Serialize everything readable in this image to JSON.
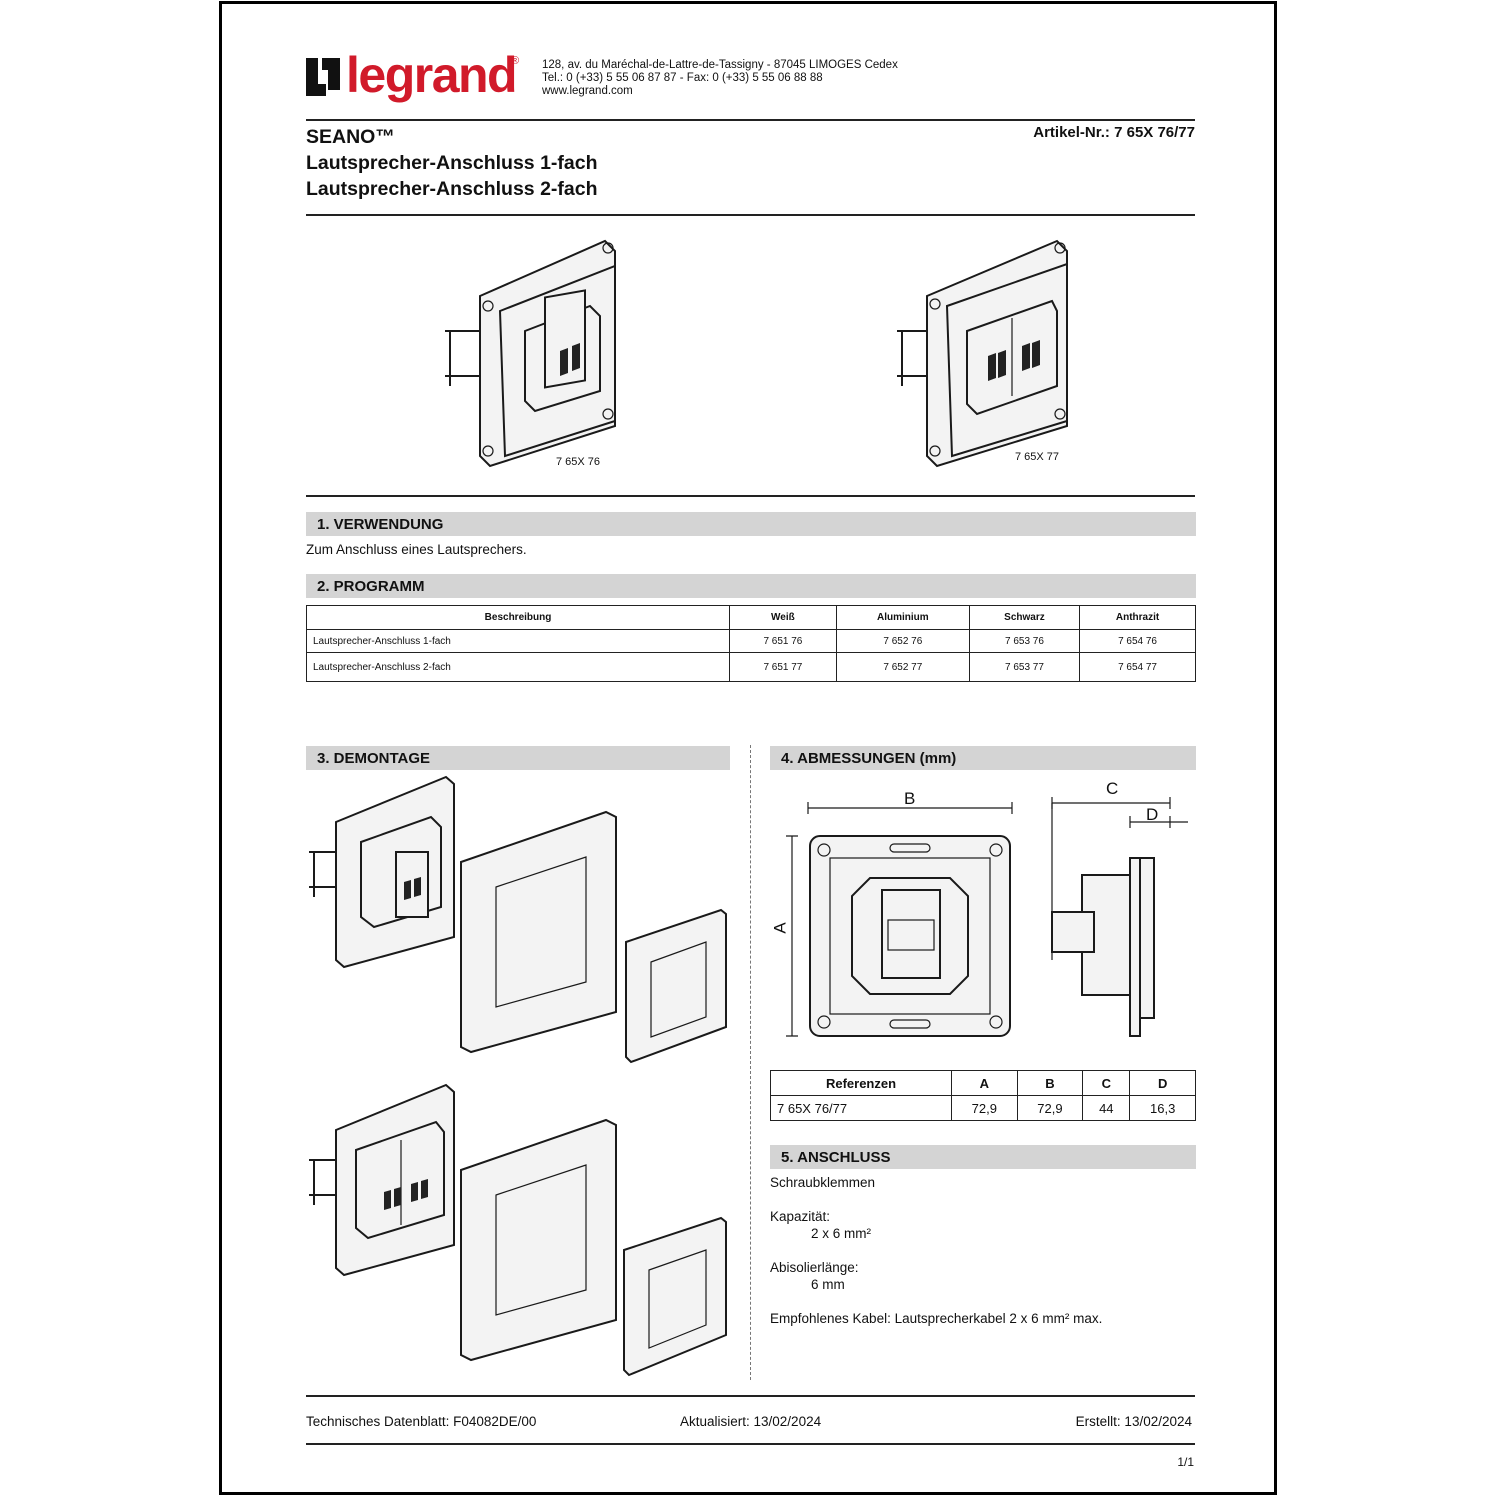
{
  "header": {
    "brand": "legrand",
    "brand_reg": "®",
    "address_lines": [
      "128, av. du Maréchal-de-Lattre-de-Tassigny - 87045 LIMOGES Cedex",
      "Tel.: 0 (+33) 5 55 06 87 87 - Fax: 0 (+33) 5 55 06 88 88",
      "www.legrand.com"
    ]
  },
  "product": {
    "series": "SEANO™",
    "line1": "Lautsprecher-Anschluss 1-fach",
    "line2": "Lautsprecher-Anschluss 2-fach",
    "article_no": "Artikel-Nr.: 7 65X 76/77"
  },
  "images": {
    "caption_single": "7 65X 76",
    "caption_double": "7 65X 77"
  },
  "sections": {
    "use": {
      "title": "1. VERWENDUNG",
      "text": "Zum Anschluss eines Lautsprechers."
    },
    "program": {
      "title": "2. PROGRAMM",
      "headers": [
        "Beschreibung",
        "Weiß",
        "Aluminium",
        "Schwarz",
        "Anthrazit"
      ],
      "rows": [
        [
          "Lautsprecher-Anschluss 1-fach",
          "7 651 76",
          "7 652 76",
          "7 653 76",
          "7 654 76"
        ],
        [
          "Lautsprecher-Anschluss 2-fach",
          "7 651 77",
          "7 652 77",
          "7 653 77",
          "7 654 77"
        ]
      ]
    },
    "dismantling": {
      "title": "3. DEMONTAGE"
    },
    "dimensions": {
      "title": "4. ABMESSUNGEN (mm)",
      "labels": {
        "a": "A",
        "b": "B",
        "c": "C",
        "d": "D"
      },
      "headers": [
        "Referenzen",
        "A",
        "B",
        "C",
        "D"
      ],
      "rows": [
        [
          "7 65X 76/77",
          "72,9",
          "72,9",
          "44",
          "16,3"
        ]
      ]
    },
    "connection": {
      "title": "5. ANSCHLUSS",
      "type": "Schraubklemmen",
      "capacity_label": "Kapazität:",
      "capacity_value": "2 x 6 mm²",
      "strip_label": "Abisolierlänge:",
      "strip_value": "6 mm",
      "cable": "Empfohlenes Kabel: Lautsprecherkabel 2 x 6 mm² max."
    }
  },
  "footer": {
    "datasheet": "Technisches Datenblatt: F04082DE/00",
    "updated": "Aktualisiert: 13/02/2024",
    "created": "Erstellt: 13/02/2024",
    "page": "1/1"
  }
}
